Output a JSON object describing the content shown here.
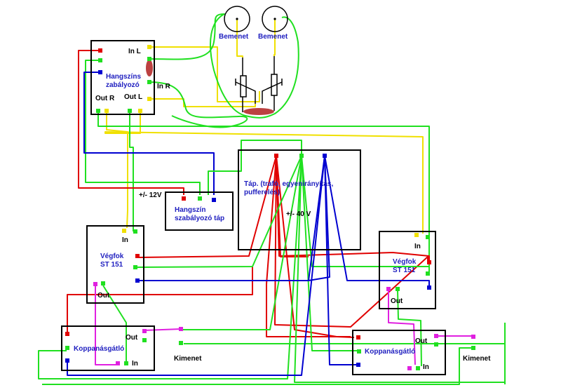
{
  "title": "Erősítő bekötési rajz",
  "colors": {
    "signal": "#f0e000",
    "ground": "#20e020",
    "positive": "#e00000",
    "negative": "#0000d0",
    "speaker": "#e020e0",
    "label": "#2020c0",
    "smudge": "#b02020"
  },
  "inputs": {
    "left_label": "Bemenet",
    "right_label": "Bemenet"
  },
  "tone_control": {
    "name_line1": "Hangszíns",
    "name_line2": "zabályozó",
    "in_l": "In L",
    "in_r": "In R",
    "out_l": "Out L",
    "out_r": "Out R"
  },
  "tone_psu": {
    "name_line1": "Hangszín",
    "name_line2": "szabályozó táp",
    "voltage": "+/- 12V"
  },
  "psu": {
    "name_line1": "Táp. (trafó, egyenirányítás,",
    "name_line2": "pufferelés)",
    "voltage": "+/- 40 V"
  },
  "amp_left": {
    "name_line1": "Végfok",
    "name_line2": "ST 151",
    "in": "In",
    "out": "Out"
  },
  "amp_right": {
    "name_line1": "Végfok",
    "name_line2": "ST 151",
    "in": "In",
    "out": "Out"
  },
  "protect_left": {
    "name": "Koppanásgátló",
    "in": "In",
    "out": "Out",
    "output_label": "Kimenet"
  },
  "protect_right": {
    "name": "Koppanásgátló",
    "in": "In",
    "out": "Out",
    "output_label": "Kimenet"
  }
}
